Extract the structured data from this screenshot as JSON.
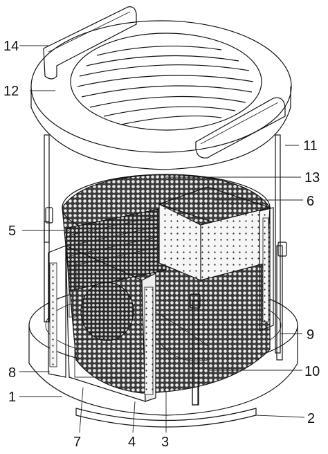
{
  "figure": {
    "labels": [
      "1",
      "2",
      "3",
      "4",
      "5",
      "6",
      "7",
      "8",
      "9",
      "10",
      "11",
      "12",
      "13",
      "14"
    ]
  }
}
